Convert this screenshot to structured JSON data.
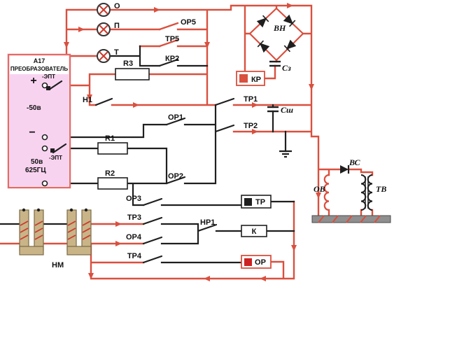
{
  "colors": {
    "wire_red": "#d9503f",
    "wire_black": "#1f1f1f",
    "converter_fill": "#f8d3f0",
    "converter_border": "#e46a6a",
    "magnet_fill": "#c9b488",
    "rail_fill": "#8f8f8f"
  },
  "labels": {
    "lamp_o": "О",
    "lamp_p": "П",
    "lamp_t": "Т",
    "or5": "ОР5",
    "tr5": "ТР5",
    "kr2": "КР2",
    "h1": "Н1",
    "or1": "ОР1",
    "tr1": "ТР1",
    "tr2": "ТР2",
    "or2": "ОР2",
    "or3": "ОР3",
    "tr3": "ТР3",
    "or4": "ОР4",
    "tr4": "ТР4",
    "hr1": "НР1",
    "r1": "R1",
    "r2": "R2",
    "r3": "R3",
    "kr": "КР",
    "tr": "ТР",
    "k": "К",
    "or": "ОР",
    "vn": "ВН",
    "cz": "Сз",
    "csh": "Сш",
    "vs": "ВС",
    "ov": "ОВ",
    "tv": "ТВ",
    "nm": "НМ",
    "a17": "А17",
    "converter": "ПРЕОБРАЗОВАТЕЛЬ",
    "plus": "+",
    "minus": "−",
    "neg50": "-50в",
    "v50": "50в",
    "hz625": "625ГЦ",
    "ept1": "-ЭПТ",
    "ept2": "-ЭПТ"
  }
}
